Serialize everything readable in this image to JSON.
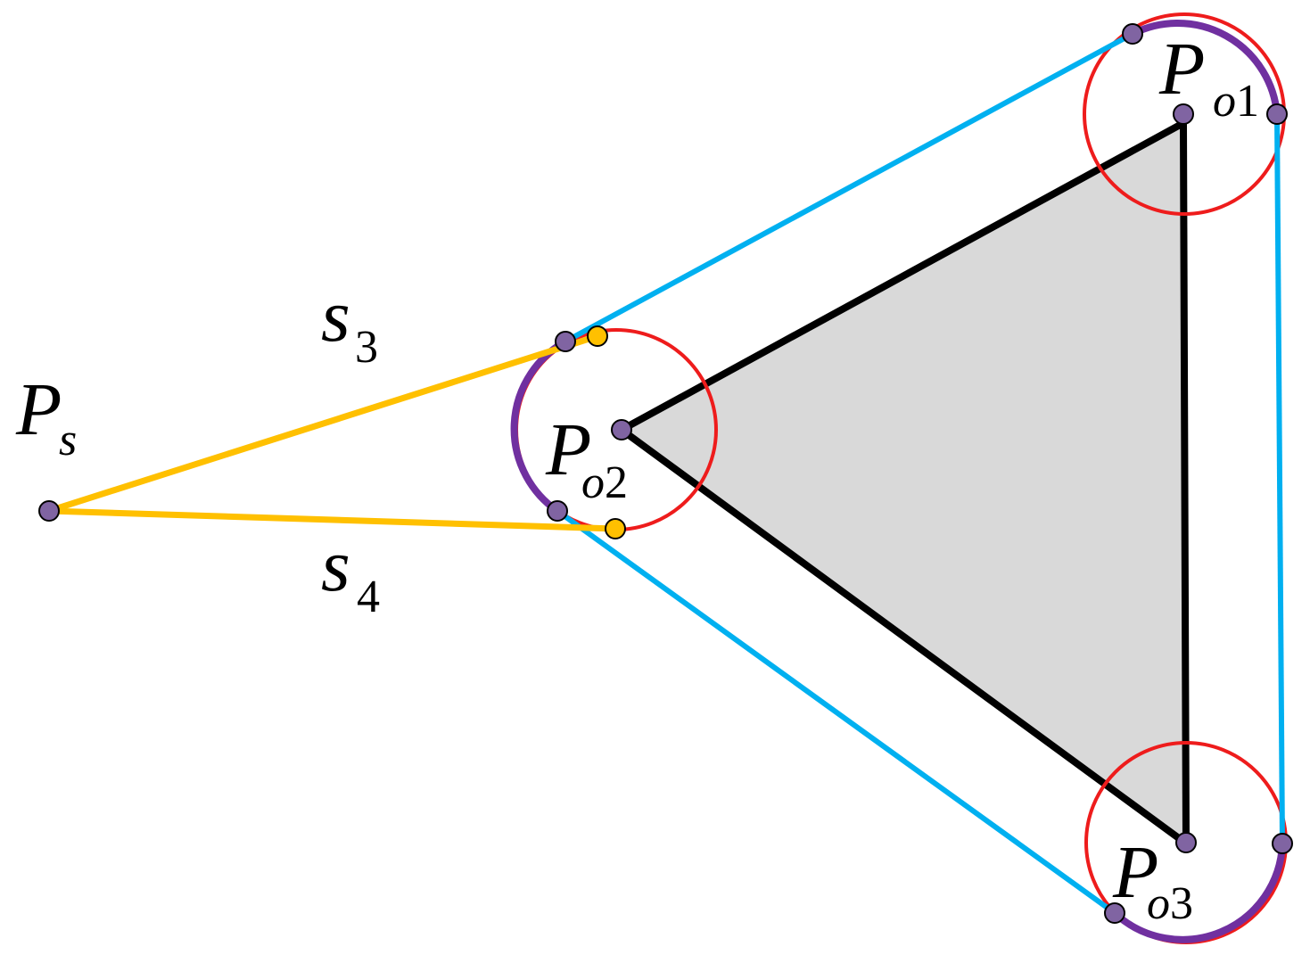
{
  "diagram": {
    "labels": {
      "po1": {
        "main": "P",
        "sub_letter": "o",
        "sub_num": "1"
      },
      "po2": {
        "main": "P",
        "sub_letter": "o",
        "sub_num": "2"
      },
      "po3": {
        "main": "P",
        "sub_letter": "o",
        "sub_num": "3"
      },
      "ps": {
        "main": "P",
        "sub_letter": "s"
      },
      "s3": {
        "main": "s",
        "sub_num": "3"
      },
      "s4": {
        "main": "s",
        "sub_num": "4"
      }
    },
    "colors": {
      "triangle_fill": "#d9d9d9",
      "triangle_edge": "#000000",
      "circle": "#ee1c1c",
      "arc": "#7030a0",
      "tangent_blue": "#00b0f0",
      "tangent_orange": "#ffc000",
      "point_purple": "#8064a2",
      "point_orange": "#ffc000"
    }
  }
}
